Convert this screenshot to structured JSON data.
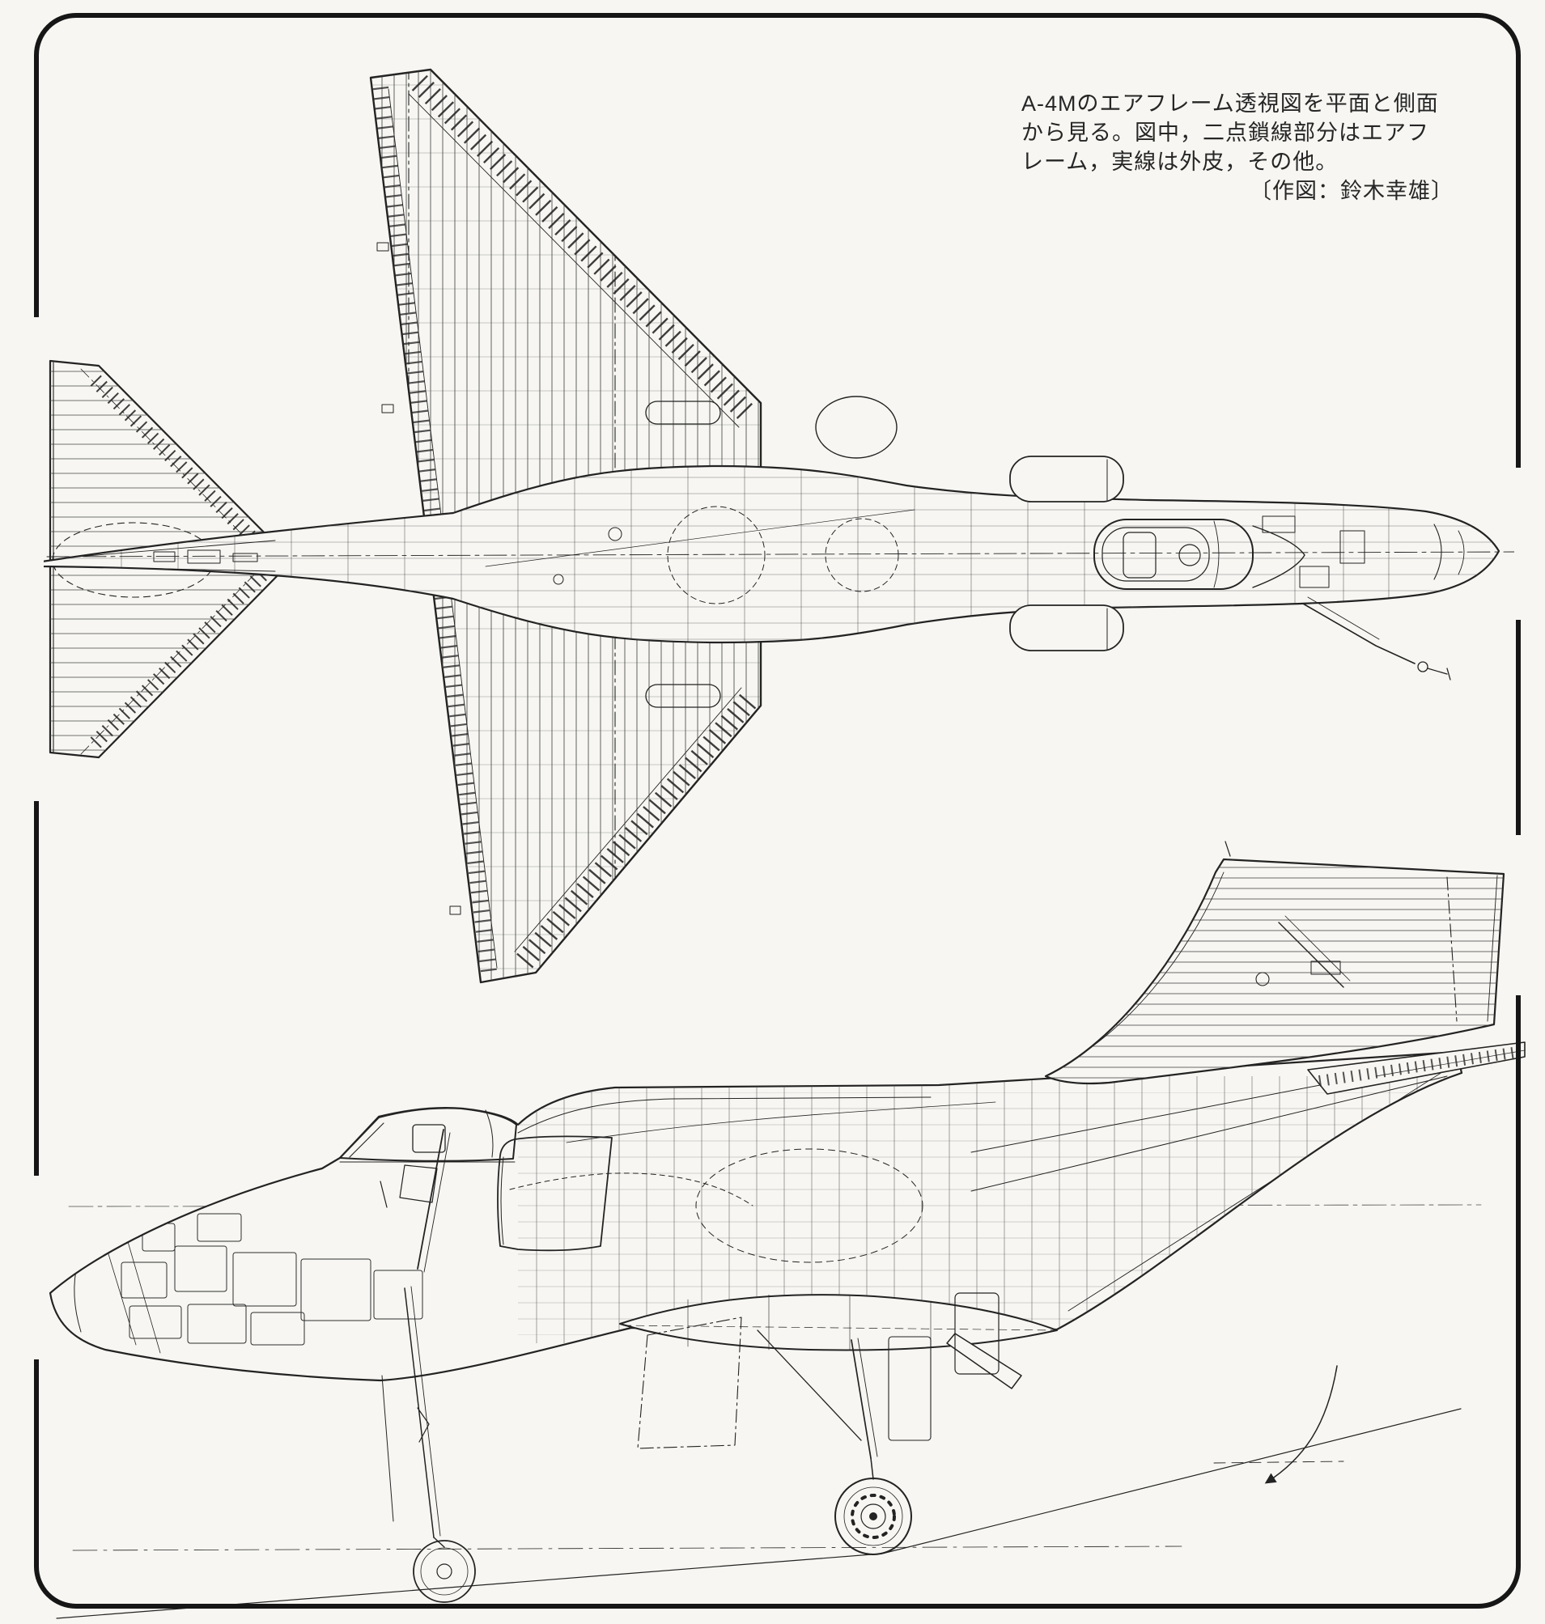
{
  "page": {
    "paper_color": "#f7f6f2",
    "ink_color": "#232323",
    "frame_color": "#161616"
  },
  "caption": {
    "line1": "A-4Mのエアフレーム透視図を平面と側面",
    "line2": "から見る。図中，二点鎖線部分はエアフ",
    "line3": "レーム，実線は外皮，その他。",
    "line4": "〔作図：鈴木幸雄〕"
  },
  "figure": {
    "subject": "A-4M",
    "views": [
      "平面 (plan view)",
      "側面 (side view)"
    ]
  }
}
